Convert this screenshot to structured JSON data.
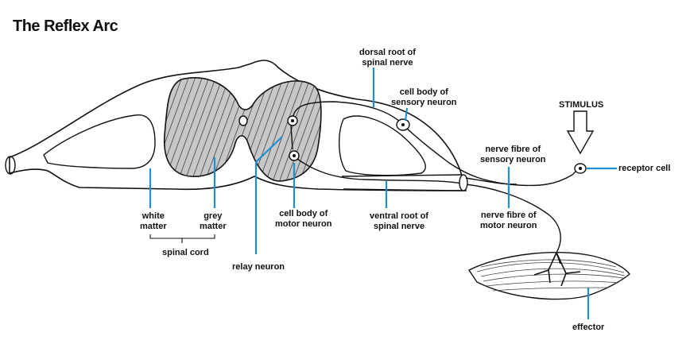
{
  "title": "The Reflex Arc",
  "labels": {
    "dorsal_root": [
      "dorsal root of",
      "spinal nerve"
    ],
    "cell_body_sensory": [
      "cell body of",
      "sensory neuron"
    ],
    "stimulus": "STIMULUS",
    "nerve_fibre_sensory": [
      "nerve fibre of",
      "sensory neuron"
    ],
    "receptor_cell": "receptor cell",
    "white_matter": [
      "white",
      "matter"
    ],
    "grey_matter": [
      "grey",
      "matter"
    ],
    "spinal_cord": "spinal cord",
    "cell_body_motor": [
      "cell body of",
      "motor neuron"
    ],
    "ventral_root": [
      "ventral root of",
      "spinal nerve"
    ],
    "nerve_fibre_motor": [
      "nerve fibre of",
      "motor neuron"
    ],
    "relay_neuron": "relay neuron",
    "effector": "effector"
  },
  "colors": {
    "leader_line": "#1e90d0",
    "outline": "#111111",
    "grey_matter_fill": "#c8c8c8"
  }
}
